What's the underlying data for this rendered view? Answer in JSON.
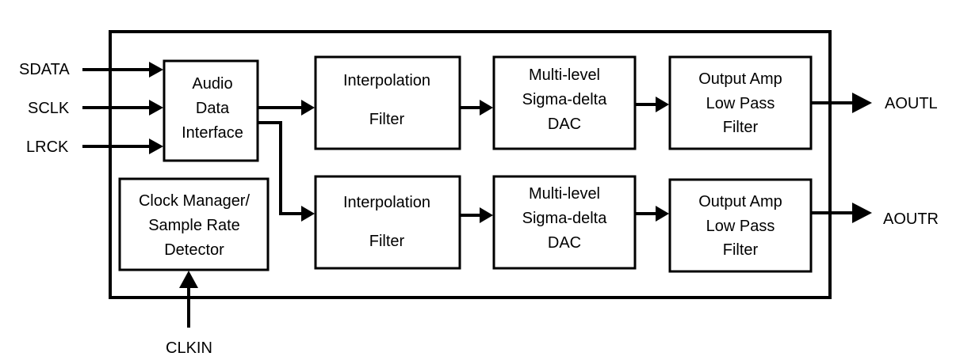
{
  "inputs": {
    "sdata": "SDATA",
    "sclk": "SCLK",
    "lrck": "LRCK",
    "clkin": "CLKIN"
  },
  "outputs": {
    "aoutl": "AOUTL",
    "aoutr": "AOUTR"
  },
  "blocks": {
    "audio_data_interface": [
      "Audio",
      "Data",
      "Interface"
    ],
    "clock_manager": [
      "Clock Manager/",
      "Sample Rate",
      "Detector"
    ],
    "interp_filter_l": [
      "Interpolation",
      "Filter"
    ],
    "interp_filter_r": [
      "Interpolation",
      "Filter"
    ],
    "dac_l": [
      "Multi-level",
      "Sigma-delta",
      "DAC"
    ],
    "dac_r": [
      "Multi-level",
      "Sigma-delta",
      "DAC"
    ],
    "output_amp_l": [
      "Output Amp",
      "Low Pass",
      "Filter"
    ],
    "output_amp_r": [
      "Output Amp",
      "Low Pass",
      "Filter"
    ]
  }
}
